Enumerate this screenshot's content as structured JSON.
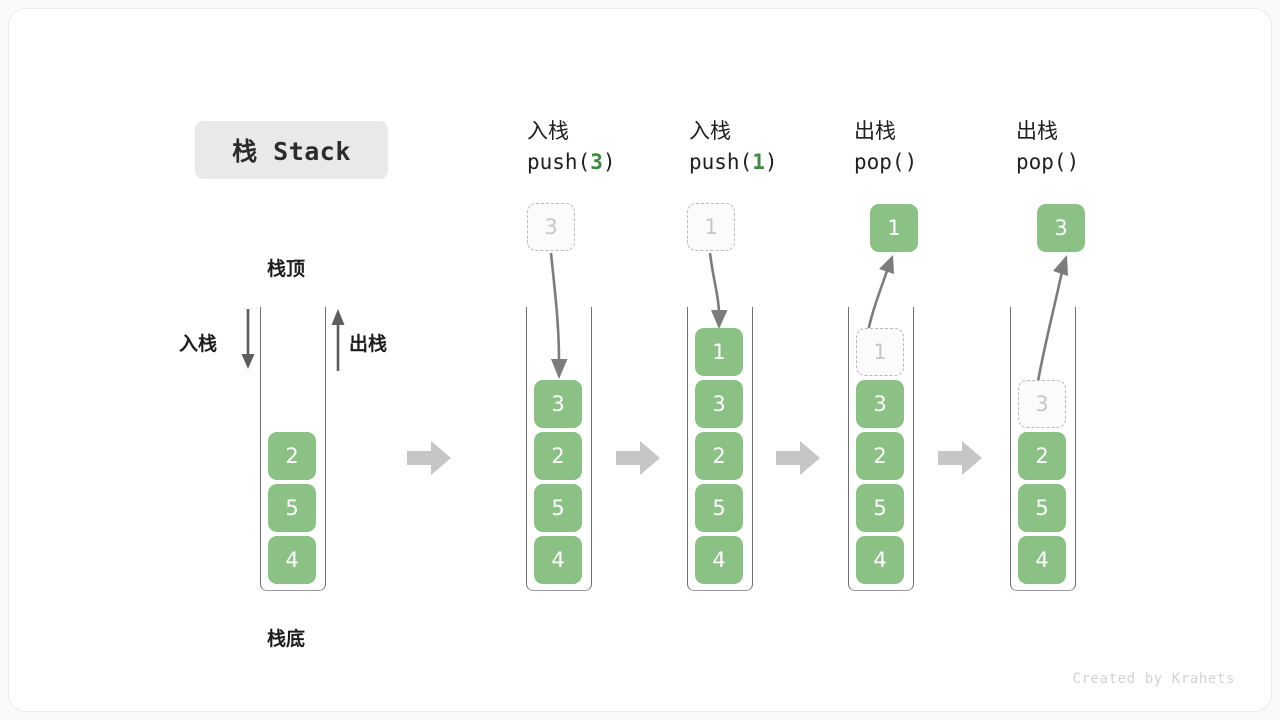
{
  "title_badge": {
    "label": "栈 Stack"
  },
  "footer": {
    "credit": "Created by Krahets"
  },
  "colors": {
    "cell_green": "#8cc185",
    "accent_green": "#3f8a3f",
    "ghost_border": "#b9b9b9",
    "arrow_gray": "#6f6f6f",
    "step_arrow_gray": "#c6c6c6",
    "badge_bg": "#e9e9e9",
    "card_bg": "#ffffff",
    "page_bg": "#fafafa"
  },
  "legend": {
    "top_label": "栈顶",
    "bottom_label": "栈底",
    "push_label": "入栈",
    "pop_label": "出栈"
  },
  "step_arrow_glyph": "step-arrow-right",
  "columns": [
    {
      "id": "initial",
      "head_line1": "",
      "head_line2": "",
      "head_arg": "",
      "stack": [
        "2",
        "5",
        "4"
      ],
      "ghost_index": -1,
      "ghost_value": "",
      "floating_value": "",
      "floating_kind": "none",
      "transition_arrow": "none"
    },
    {
      "id": "push-3",
      "head_line1": "入栈",
      "head_line2_prefix": "push(",
      "head_arg": "3",
      "head_line2_suffix": ")",
      "stack": [
        "3",
        "2",
        "5",
        "4"
      ],
      "ghost_index": -1,
      "ghost_value": "",
      "floating_value": "3",
      "floating_kind": "ghost",
      "transition_arrow": "down"
    },
    {
      "id": "push-1",
      "head_line1": "入栈",
      "head_line2_prefix": "push(",
      "head_arg": "1",
      "head_line2_suffix": ")",
      "stack": [
        "1",
        "3",
        "2",
        "5",
        "4"
      ],
      "ghost_index": -1,
      "ghost_value": "",
      "floating_value": "1",
      "floating_kind": "ghost",
      "transition_arrow": "down"
    },
    {
      "id": "pop-1",
      "head_line1": "出栈",
      "head_line2_prefix": "pop(",
      "head_arg": "",
      "head_line2_suffix": ")",
      "stack": [
        "1",
        "3",
        "2",
        "5",
        "4"
      ],
      "ghost_index": 0,
      "ghost_value": "1",
      "floating_value": "1",
      "floating_kind": "solid",
      "transition_arrow": "up"
    },
    {
      "id": "pop-2",
      "head_line1": "出栈",
      "head_line2_prefix": "pop(",
      "head_arg": "",
      "head_line2_suffix": ")",
      "stack": [
        "3",
        "2",
        "5",
        "4"
      ],
      "ghost_index": 0,
      "ghost_value": "3",
      "floating_value": "3",
      "floating_kind": "solid",
      "transition_arrow": "up-long"
    }
  ]
}
